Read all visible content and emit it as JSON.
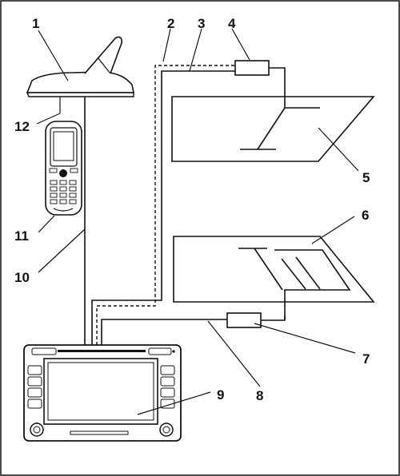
{
  "callouts": {
    "c1": "1",
    "c2": "2",
    "c3": "3",
    "c4": "4",
    "c5": "5",
    "c6": "6",
    "c7": "7",
    "c8": "8",
    "c9": "9",
    "c10": "10",
    "c11": "11",
    "c12": "12"
  },
  "icons": {
    "antenna": "roof-antenna-icon",
    "phone": "mobile-phone-icon",
    "unit": "radio-navigation-unit-icon"
  }
}
